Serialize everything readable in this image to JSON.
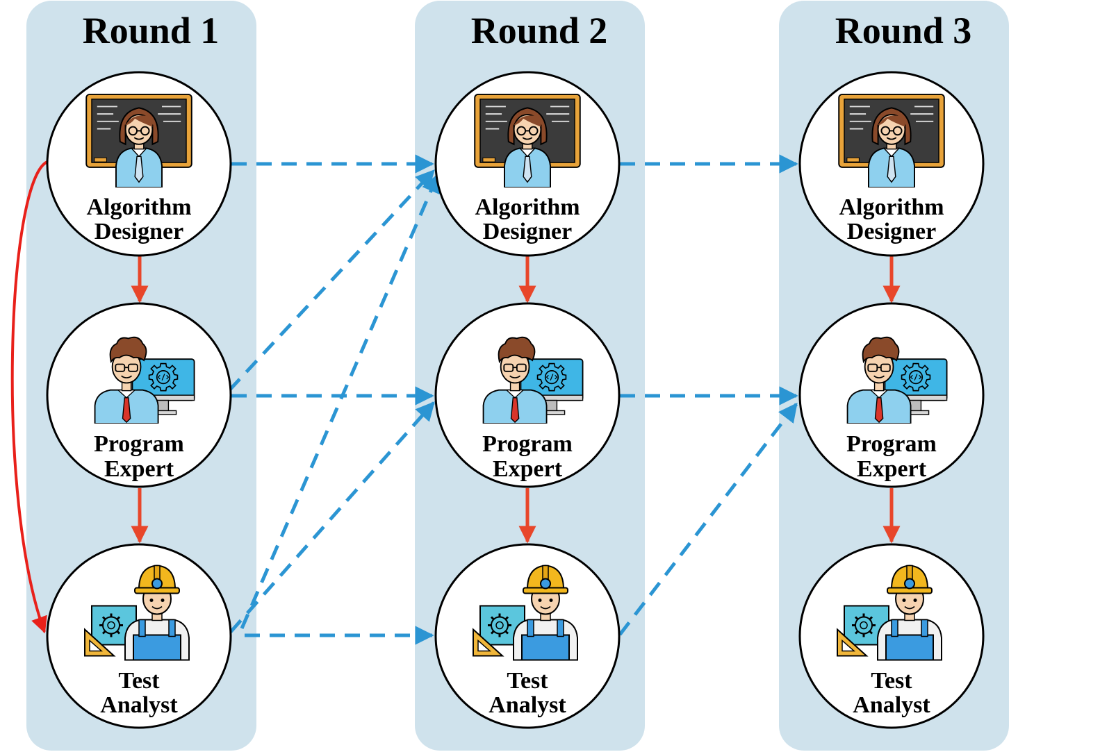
{
  "rounds": [
    {
      "title": "Round 1"
    },
    {
      "title": "Round 2"
    },
    {
      "title": "Round 3"
    }
  ],
  "roles": {
    "designer": {
      "line1": "Algorithm",
      "line2": "Designer",
      "icon": "teacher-icon"
    },
    "expert": {
      "line1": "Program",
      "line2": "Expert",
      "icon": "programmer-icon"
    },
    "analyst": {
      "line1": "Test",
      "line2": "Analyst",
      "icon": "engineer-icon"
    }
  },
  "colors": {
    "panel": "#cfe2ec",
    "intra_round_arrow": "#e8462a",
    "cross_round_arrow": "#2b95d3",
    "feedback_arrow": "#e8201a"
  }
}
